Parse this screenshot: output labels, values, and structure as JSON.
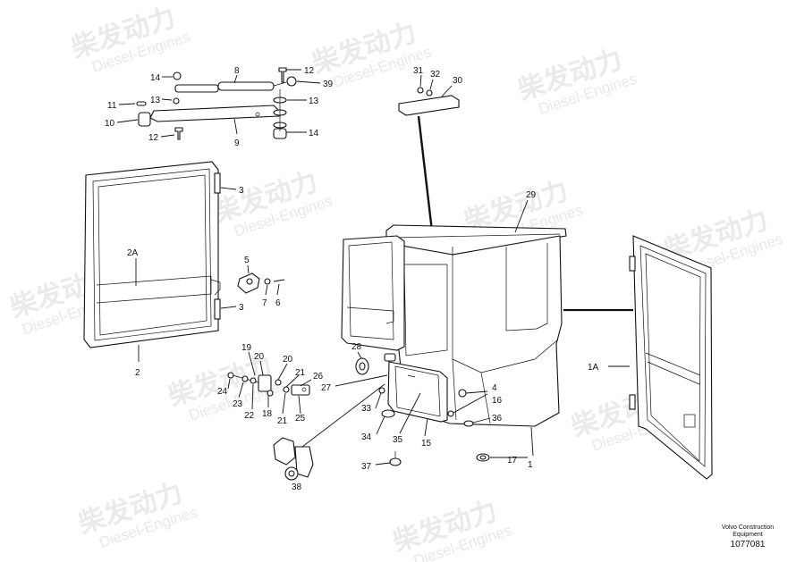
{
  "watermark": {
    "cn": "柴发动力",
    "en": "Diesel-Engines"
  },
  "labels": {
    "l1": "1",
    "l1A": "1A",
    "l2": "2",
    "l2A": "2A",
    "l3a": "3",
    "l3b": "3",
    "l4": "4",
    "l5": "5",
    "l6": "6",
    "l7": "7",
    "l8": "8",
    "l9": "9",
    "l10": "10",
    "l11": "11",
    "l12a": "12",
    "l12b": "12",
    "l13a": "13",
    "l13b": "13",
    "l14a": "14",
    "l14b": "14",
    "l15": "15",
    "l16": "16",
    "l17": "17",
    "l18": "18",
    "l19": "19",
    "l20a": "20",
    "l20b": "20",
    "l21a": "21",
    "l21b": "21",
    "l22": "22",
    "l23": "23",
    "l24": "24",
    "l25": "25",
    "l26": "26",
    "l27": "27",
    "l28": "28",
    "l29": "29",
    "l30": "30",
    "l31": "31",
    "l32": "32",
    "l33": "33",
    "l34": "34",
    "l35": "35",
    "l36": "36",
    "l37": "37",
    "l38": "38",
    "l39": "39"
  },
  "footer": {
    "line1": "Volvo Construction",
    "line2": "Equipment",
    "code": "1077081"
  }
}
